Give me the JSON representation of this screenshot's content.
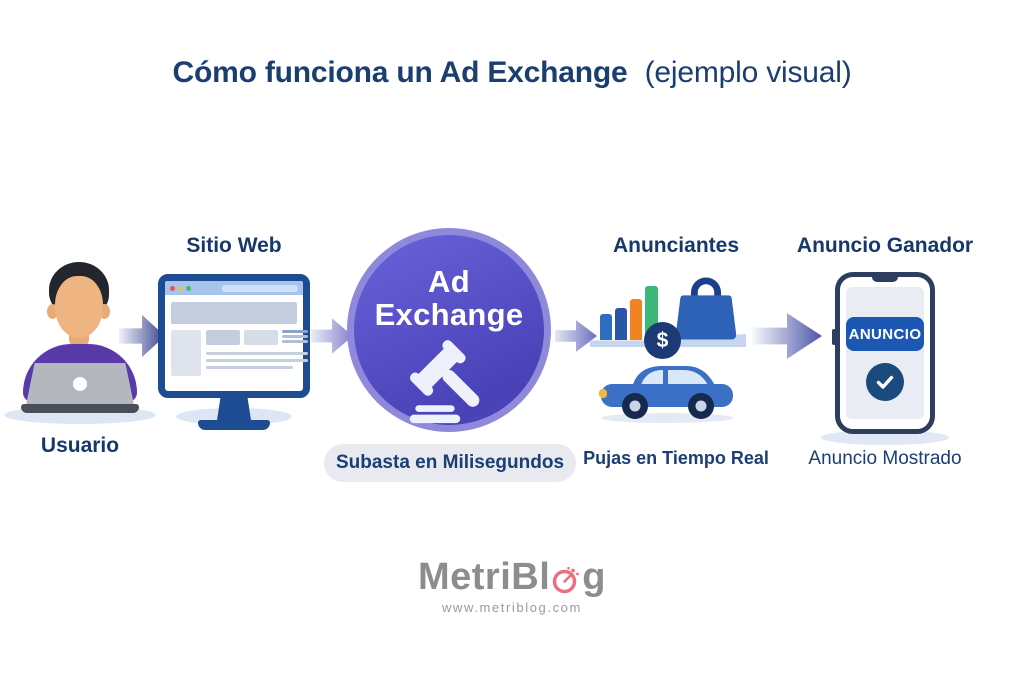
{
  "title": {
    "main": "Cómo funciona un Ad Exchange",
    "suffix": "(ejemplo visual)"
  },
  "steps": {
    "user": {
      "label": "Usuario"
    },
    "website": {
      "label": "Sitio Web"
    },
    "exchange": {
      "line1": "Ad",
      "line2": "Exchange",
      "caption": "Subasta en Milisegundos"
    },
    "advertisers": {
      "label": "Anunciantes",
      "dollar": "$",
      "caption": "Pujas en Tiempo Real"
    },
    "winner": {
      "label": "Anuncio Ganador",
      "badge": "ANUNCIO",
      "caption": "Anuncio Mostrado"
    }
  },
  "footer": {
    "logo_pre": "MetriBl",
    "logo_post": "g",
    "url": "www.metriblog.com"
  },
  "icons": {
    "user": "person-laptop-icon",
    "website": "monitor-browser-icon",
    "exchange": "gavel-icon",
    "advertisers": [
      "bar-chart-icon",
      "dollar-coin-icon",
      "shopping-bag-icon",
      "car-icon"
    ],
    "winner": [
      "smartphone-icon",
      "check-badge-icon"
    ],
    "flow": "arrow-right-icon",
    "logo": "gauge-icon"
  },
  "colors": {
    "heading_navy": "#1b3e71",
    "circle_purple": "#4a42b7",
    "circle_ring": "#8f89dc",
    "pill_bg": "#e9eaef",
    "badge_blue": "#1c57b3",
    "bar_blue": "#2e6ec0",
    "bar_navy": "#2b55a6",
    "bar_orange": "#f28322",
    "bar_green": "#3bb878",
    "shirt_purple": "#5a39a9",
    "monitor_blue": "#1d4c92",
    "logo_coral": "#ec6f7d",
    "logo_gray": "#8d8d8d"
  }
}
